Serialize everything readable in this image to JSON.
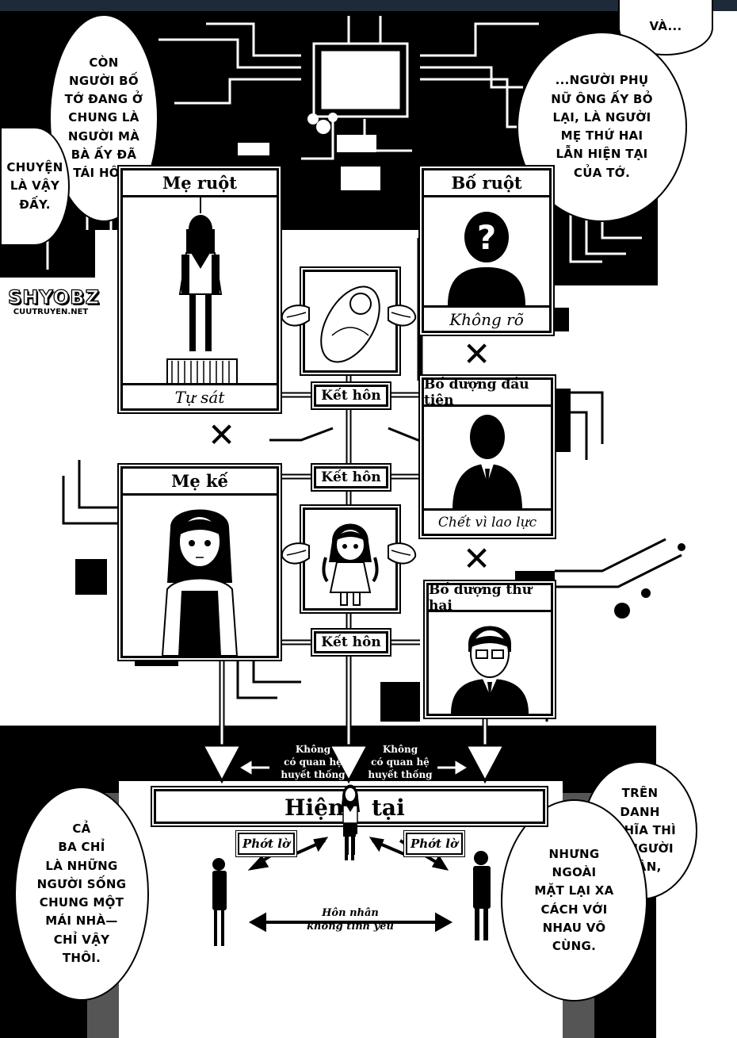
{
  "bubbles": {
    "top_left": "CÒN\nNGƯỜI BỐ\nTỚ ĐANG Ở\nCHUNG LÀ\nNGƯỜI MÀ\nBÀ ẤY ĐÃ\nTÁI HÔN.",
    "left_small": "CHUYỆN\nLÀ VẬY\nĐẤY.",
    "top_right_a": "VÀ...",
    "top_right_b": "...NGƯỜI PHỤ\nNỮ ÔNG ẤY BỎ\nLẠI, LÀ NGƯỜI\nMẸ THỨ HAI\nLẪN HIỆN TẠI\nCỦA TỚ.",
    "bottom_left": "CẢ\nBA CHỈ\nLÀ NHỮNG\nNGƯỜI SỐNG\nCHUNG MỘT\nMÁI NHÀ—\nCHỈ VẬY\nTHÔI.",
    "bottom_right_a": "TRÊN\nDANH\nNGHĨA THÌ\nLÀ NGƯỜI\nTHÂN,",
    "bottom_right_b": "NHƯNG\nNGOÀI\nMẶT LẠI XA\nCÁCH VỚI\nNHAU VÔ\nCÙNG."
  },
  "logo": {
    "main": "SHYOBZ",
    "sub": "CUUTRUYEN.NET"
  },
  "board_code": "A402",
  "panels": {
    "birth_mother": {
      "title": "Mẹ ruột",
      "caption": "Tự sát"
    },
    "birth_father": {
      "title": "Bố ruột",
      "caption": "Không rõ",
      "mark": "?"
    },
    "first_stepfather": {
      "title": "Bố dượng đầu tiên",
      "caption": "Chết vì lao lực"
    },
    "stepmother": {
      "title": "Mẹ kế"
    },
    "second_stepfather": {
      "title": "Bố dượng thứ hai"
    }
  },
  "marriage_label": "Kết hôn",
  "cross_mark": "✕",
  "blood_left": "Không\ncó quan hệ\nhuyết thống",
  "blood_right": "Không\ncó quan hệ\nhuyết thống",
  "present": {
    "left": "Hiện",
    "right": "tại"
  },
  "ignore_label": "Phớt lờ",
  "loveless": "Hôn nhân\nkhông tình yêu",
  "colors": {
    "ink": "#000000",
    "paper": "#ffffff",
    "topbar": "#1f2a38"
  }
}
